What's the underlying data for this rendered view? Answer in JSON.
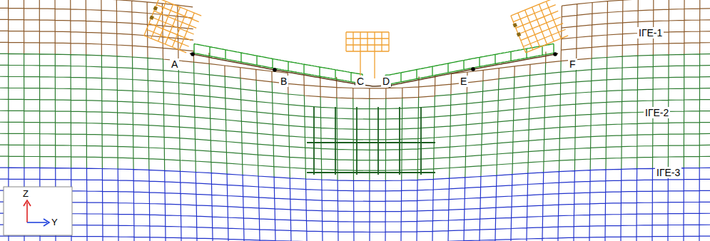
{
  "diagram": {
    "labels": [
      "A",
      "B",
      "C",
      "D",
      "E",
      "F",
      "ІГЕ-1",
      "ІГЕ-2",
      "ІГЕ-3",
      "Z",
      "Y"
    ]
  }
}
